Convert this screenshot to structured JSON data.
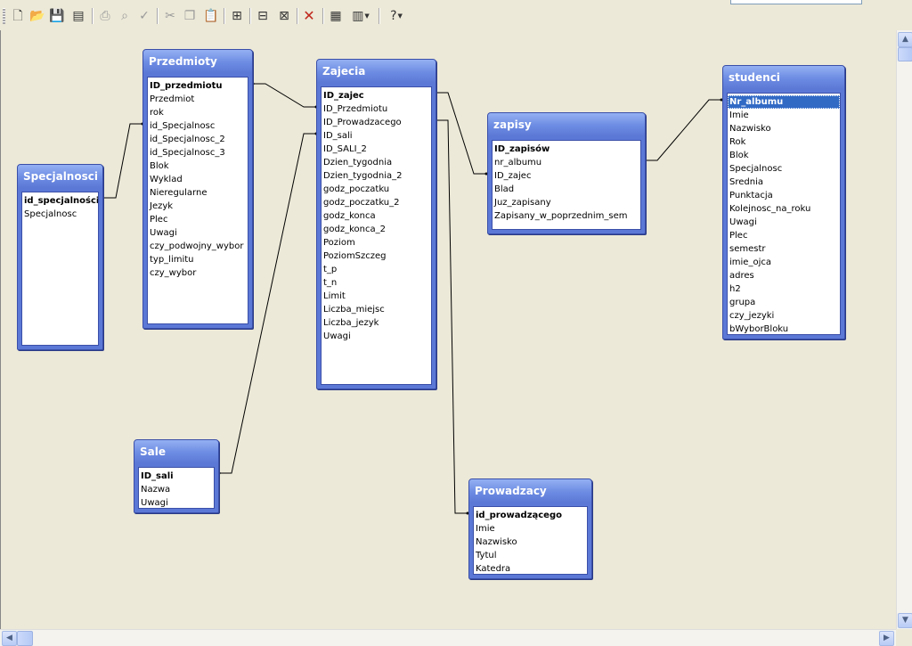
{
  "toolbar": {
    "icons": [
      "new-file-icon",
      "open-folder-icon",
      "save-icon",
      "print-preview-icon",
      "print-icon",
      "magnify-icon",
      "spellcheck-icon",
      "cut-icon",
      "copy-icon",
      "paste-icon",
      "add-table-icon",
      "small-icons-icon",
      "grid-icon",
      "delete-icon",
      "properties-icon",
      "layout-icon",
      "help-icon"
    ]
  },
  "tables": {
    "specjalnosci": {
      "title": "Specjalnosci",
      "fields": [
        "id_specjalności",
        "Specjalnosc"
      ]
    },
    "przedmioty": {
      "title": "Przedmioty",
      "fields": [
        "ID_przedmiotu",
        "Przedmiot",
        "rok",
        "id_Specjalnosc",
        "id_Specjalnosc_2",
        "id_Specjalnosc_3",
        "Blok",
        "Wyklad",
        "Nieregularne",
        "Jezyk",
        "Plec",
        "Uwagi",
        "czy_podwojny_wybor",
        "typ_limitu",
        "czy_wybor"
      ]
    },
    "zajecia": {
      "title": "Zajecia",
      "fields": [
        "ID_zajec",
        "ID_Przedmiotu",
        "ID_Prowadzacego",
        "ID_sali",
        "ID_SALI_2",
        "Dzien_tygodnia",
        "Dzien_tygodnia_2",
        "godz_poczatku",
        "godz_poczatku_2",
        "godz_konca",
        "godz_konca_2",
        "Poziom",
        "PoziomSzczeg",
        "t_p",
        "t_n",
        "Limit",
        "Liczba_miejsc",
        "Liczba_jezyk",
        "Uwagi"
      ]
    },
    "zapisy": {
      "title": "zapisy",
      "fields": [
        "ID_zapisów",
        "nr_albumu",
        "ID_zajec",
        "Blad",
        "Juz_zapisany",
        "Zapisany_w_poprzednim_sem"
      ]
    },
    "studenci": {
      "title": "studenci",
      "fields": [
        "Nr_albumu",
        "Imie",
        "Nazwisko",
        "Rok",
        "Blok",
        "Specjalnosc",
        "Srednia",
        "Punktacja",
        "Kolejnosc_na_roku",
        "Uwagi",
        "Plec",
        "semestr",
        "imie_ojca",
        "adres",
        "h2",
        "grupa",
        "czy_jezyki",
        "bWyborBloku"
      ]
    },
    "sale": {
      "title": "Sale",
      "fields": [
        "ID_sali",
        "Nazwa",
        "Uwagi"
      ]
    },
    "prowadzacy": {
      "title": "Prowadzacy",
      "fields": [
        "id_prowadzącego",
        "Imie",
        "Nazwisko",
        "Tytul",
        "Katedra"
      ]
    }
  },
  "colors": {
    "table_header": "#5C78D6",
    "canvas": "#ECE9D8",
    "selection": "#316AC5"
  }
}
